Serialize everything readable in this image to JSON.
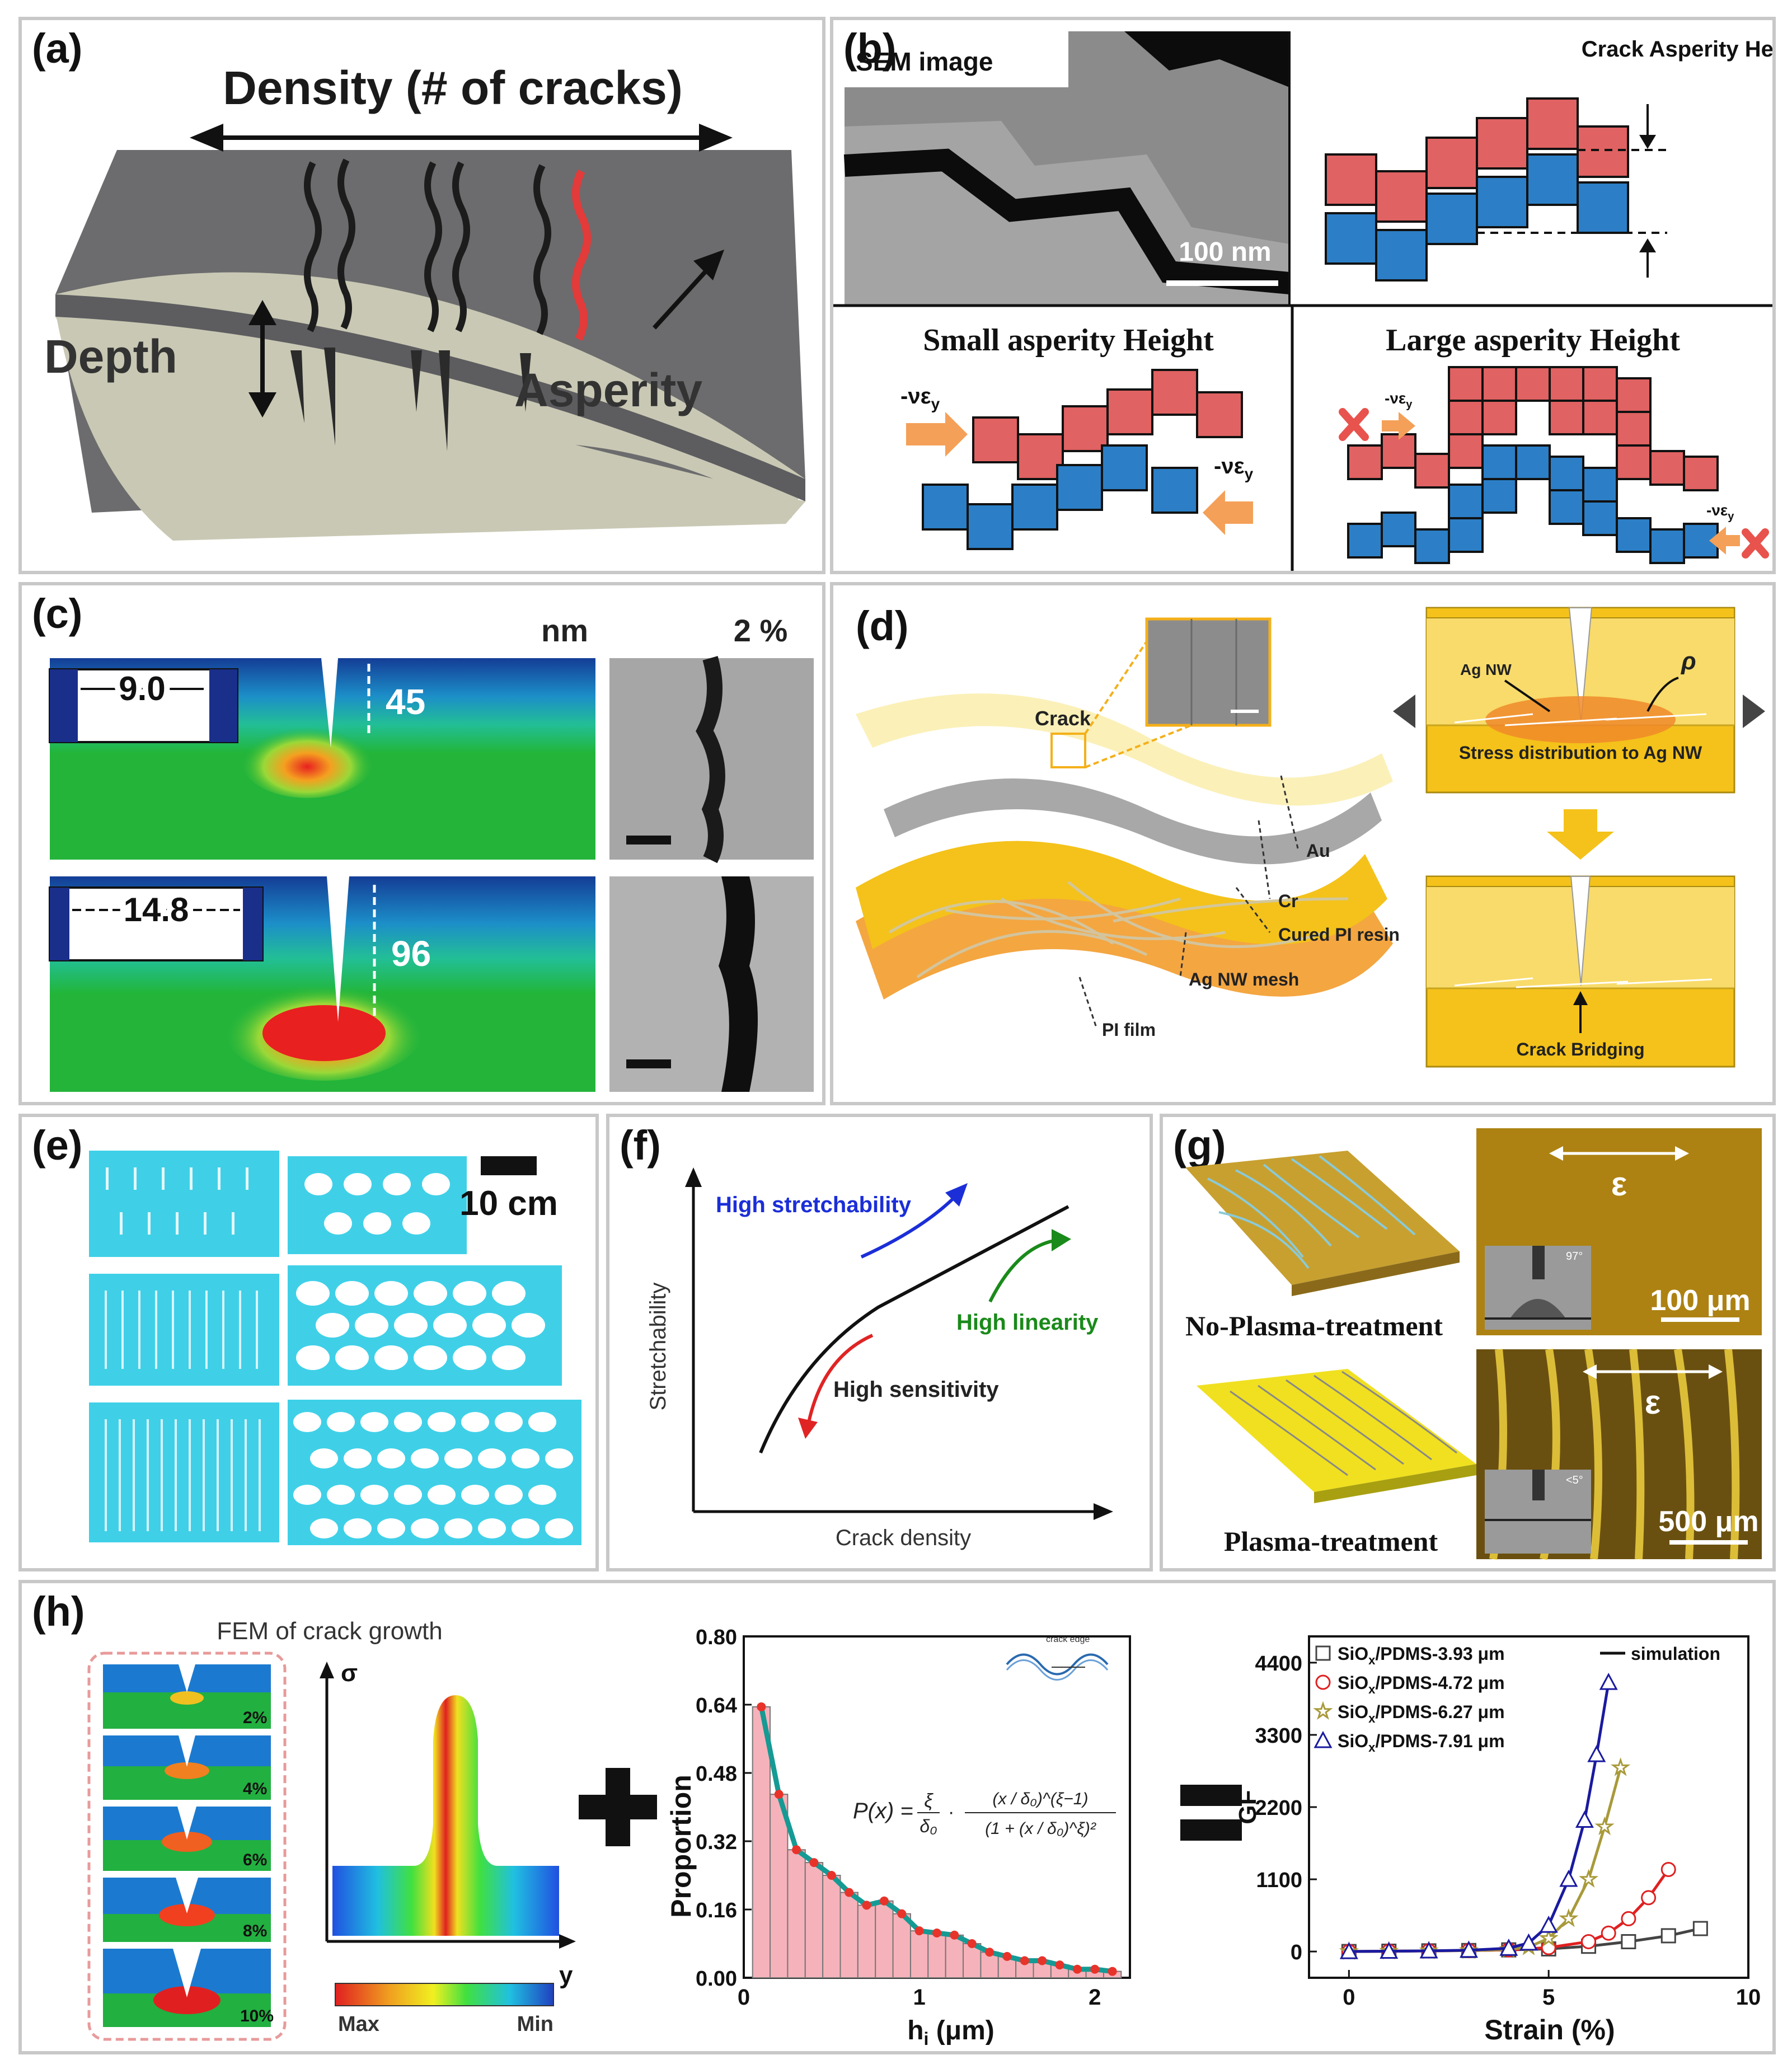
{
  "panels": {
    "a": {
      "label": "(a)",
      "title": "Density (# of cracks)",
      "depth": "Depth",
      "asperity": "Asperity",
      "colors": {
        "top": "#6c6c6e",
        "side": "#c9c8b4",
        "crack": "#1c1c1c",
        "highlight": "#e33a3a"
      }
    },
    "b": {
      "label": "(b)",
      "sem_label": "SEM image",
      "scale_bar": "100 nm",
      "crack_asperity_height": "Crack Asperity Height",
      "small_title": "Small asperity Height",
      "large_title": "Large asperity Height",
      "strain_label": "-νε",
      "strain_sub": "y",
      "colors": {
        "red": "#e06262",
        "blue": "#2c7fc6",
        "arrow": "#f4a058",
        "cross": "#e8534d"
      }
    },
    "c": {
      "label": "(c)",
      "unit": "nm",
      "percent": "2 %",
      "width1": "9.0",
      "depth1": "45",
      "width2": "14.8",
      "depth2": "96"
    },
    "d": {
      "label": "(d)",
      "crack": "Crack",
      "layers": [
        "Au",
        "Cr",
        "Cured PI resin",
        "Ag NW mesh",
        "PI film"
      ],
      "ag_nw": "Ag NW",
      "rho": "ρ",
      "stress_text": "Stress distribution to Ag NW",
      "bridging": "Crack Bridging",
      "colors": {
        "gold": "#f4c21a",
        "lightgold": "#f8db6a"
      }
    },
    "e": {
      "label": "(e)",
      "scale": "10 cm",
      "color": "#3fd0e8"
    },
    "f": {
      "label": "(f)",
      "ylabel": "Stretchability",
      "xlabel": "Crack density",
      "high_stretch": "High stretchability",
      "high_linear": "High linearity",
      "high_sens": "High sensitivity",
      "colors": {
        "blue": "#1b2ed8",
        "green": "#1a8a1a",
        "red": "#e02424"
      }
    },
    "g": {
      "label": "(g)",
      "no_plasma": "No-Plasma-treatment",
      "plasma": "Plasma-treatment",
      "epsilon": "ε",
      "scale1": "100 μm",
      "scale2": "500 μm",
      "angle1": "97°",
      "angle2": "<5°"
    },
    "h": {
      "label": "(h)",
      "fem_title": "FEM of crack growth",
      "fem_strains": [
        "2%",
        "4%",
        "6%",
        "8%",
        "10%"
      ],
      "sigma": "σ",
      "y_axis": "y",
      "max": "Max",
      "min": "Min",
      "crack_edge": "crack edge"
    }
  },
  "chart_data": [
    {
      "type": "bar",
      "name_key": "proportion-histogram",
      "ylabel": "Proportion",
      "xlabel": "h",
      "xlabel_sub": "i",
      "xlabel_unit": " (μm)",
      "ylim": [
        0,
        0.8
      ],
      "xlim": [
        0,
        2.2
      ],
      "yticks": [
        "0.00",
        "0.16",
        "0.32",
        "0.48",
        "0.64",
        "0.80"
      ],
      "xticks": [
        "0",
        "1",
        "2"
      ],
      "bin_width": 0.1,
      "x": [
        0.1,
        0.2,
        0.3,
        0.4,
        0.5,
        0.6,
        0.7,
        0.8,
        0.9,
        1.0,
        1.1,
        1.2,
        1.3,
        1.4,
        1.5,
        1.6,
        1.7,
        1.8,
        1.9,
        2.0,
        2.1
      ],
      "values": [
        0.635,
        0.43,
        0.3,
        0.27,
        0.24,
        0.2,
        0.17,
        0.18,
        0.15,
        0.11,
        0.105,
        0.1,
        0.08,
        0.06,
        0.05,
        0.04,
        0.04,
        0.03,
        0.02,
        0.02,
        0.015
      ],
      "colors": {
        "bar": "#f6b2ba",
        "line": "#159a94",
        "point": "#e8332a"
      }
    },
    {
      "type": "line",
      "name_key": "gf-strain",
      "ylabel": "GF",
      "xlabel": "Strain (%)",
      "xlim": [
        -1,
        10
      ],
      "ylim": [
        -400,
        4800
      ],
      "xticks": [
        0,
        5,
        10
      ],
      "yticks": [
        0,
        1100,
        2200,
        3300,
        4400
      ],
      "series": [
        {
          "name": "SiO",
          "name_sub": "x",
          "name_rest": "/PDMS-3.93 μm",
          "marker": "square",
          "color": "#444444",
          "x": [
            0,
            1,
            2,
            3,
            4,
            5,
            6,
            7,
            8,
            8.8
          ],
          "y": [
            0,
            5,
            10,
            15,
            25,
            40,
            80,
            150,
            240,
            350
          ]
        },
        {
          "name": "SiO",
          "name_sub": "x",
          "name_rest": "/PDMS-4.72 μm",
          "marker": "circle",
          "color": "#e02020",
          "x": [
            0,
            1,
            2,
            3,
            4,
            5,
            6,
            6.5,
            7,
            7.5,
            8
          ],
          "y": [
            0,
            5,
            10,
            15,
            25,
            60,
            150,
            280,
            500,
            820,
            1250
          ]
        },
        {
          "name": "SiO",
          "name_sub": "x",
          "name_rest": "/PDMS-6.27 μm",
          "marker": "star",
          "color": "#a89a3a",
          "x": [
            0,
            1,
            2,
            3,
            4,
            4.5,
            5,
            5.5,
            6,
            6.4,
            6.8
          ],
          "y": [
            0,
            5,
            10,
            15,
            30,
            70,
            200,
            500,
            1100,
            1900,
            2800
          ]
        },
        {
          "name": "SiO",
          "name_sub": "x",
          "name_rest": "/PDMS-7.91 μm",
          "marker": "triangle",
          "color": "#1a1aa0",
          "x": [
            0,
            1,
            2,
            3,
            4,
            4.5,
            5,
            5.5,
            5.9,
            6.2,
            6.5
          ],
          "y": [
            0,
            5,
            10,
            20,
            50,
            130,
            400,
            1100,
            2000,
            3000,
            4100
          ]
        }
      ],
      "legend_extra": "simulation"
    }
  ]
}
